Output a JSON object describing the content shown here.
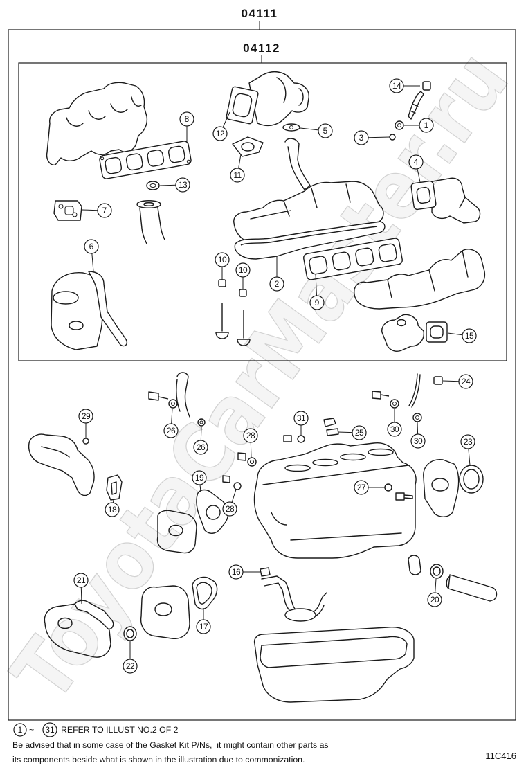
{
  "diagram": {
    "kit_label": "04111",
    "subkit_label": "04112",
    "callouts": [
      "14",
      "1",
      "3",
      "5",
      "12",
      "8",
      "11",
      "13",
      "7",
      "4",
      "6",
      "10",
      "10",
      "2",
      "9",
      "15",
      "24",
      "29",
      "26",
      "26",
      "31",
      "25",
      "28",
      "30",
      "30",
      "23",
      "19",
      "27",
      "18",
      "28",
      "16",
      "21",
      "20",
      "17",
      "22"
    ]
  },
  "footer": {
    "range_start": "1",
    "range_separator": "~",
    "range_end": "31",
    "reference_note": "REFER TO ILLUST NO.2 OF 2",
    "advisory_line_1": "Be advised that in some case of the Gasket Kit P/Ns,  it might contain other parts as",
    "advisory_line_2": "its components beside what is shown in the illustration due to commonization."
  },
  "figure_code": "11C416",
  "watermark": "ToyotaCarMaster.ru"
}
